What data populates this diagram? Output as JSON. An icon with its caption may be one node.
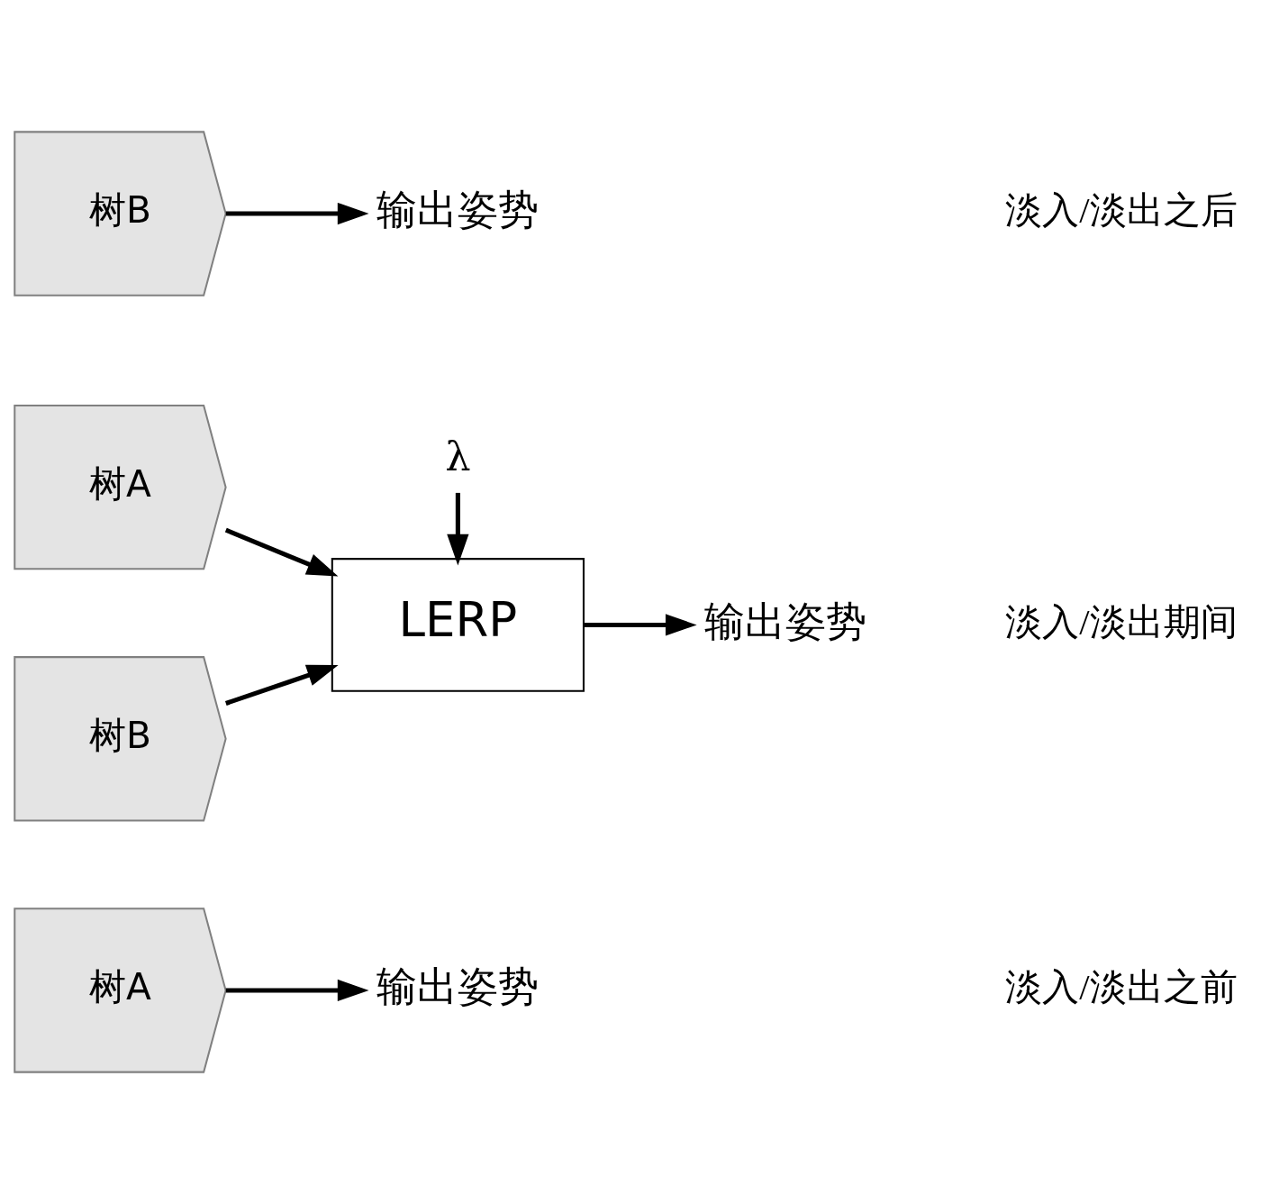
{
  "diagram": {
    "nodes": [
      {
        "text": [
          "树A"
        ]
      },
      {
        "text": [
          "输出姿势"
        ]
      },
      {
        "text": [
          "树A"
        ]
      },
      {
        "text": [
          "树B"
        ]
      },
      {
        "text": [
          "LERP"
        ]
      },
      {
        "text": [
          "λ"
        ]
      },
      {
        "text": [
          "输出姿势"
        ]
      },
      {
        "text": [
          "树B"
        ]
      },
      {
        "text": [
          "输出姿势"
        ]
      }
    ],
    "edges": [
      {
        "from": 0,
        "to": 1,
        "arrow": "to"
      },
      {
        "from": 2,
        "to": 4,
        "arrow": "to"
      },
      {
        "from": 3,
        "to": 4,
        "arrow": "to"
      },
      {
        "from": 5,
        "to": 4,
        "arrow": "to"
      },
      {
        "from": 4,
        "to": 6,
        "arrow": "to"
      },
      {
        "from": 7,
        "to": 8,
        "arrow": "to"
      }
    ],
    "labels": [
      "淡入/淡出之前",
      "淡入/淡出期间",
      "淡入/淡出之后"
    ]
  }
}
